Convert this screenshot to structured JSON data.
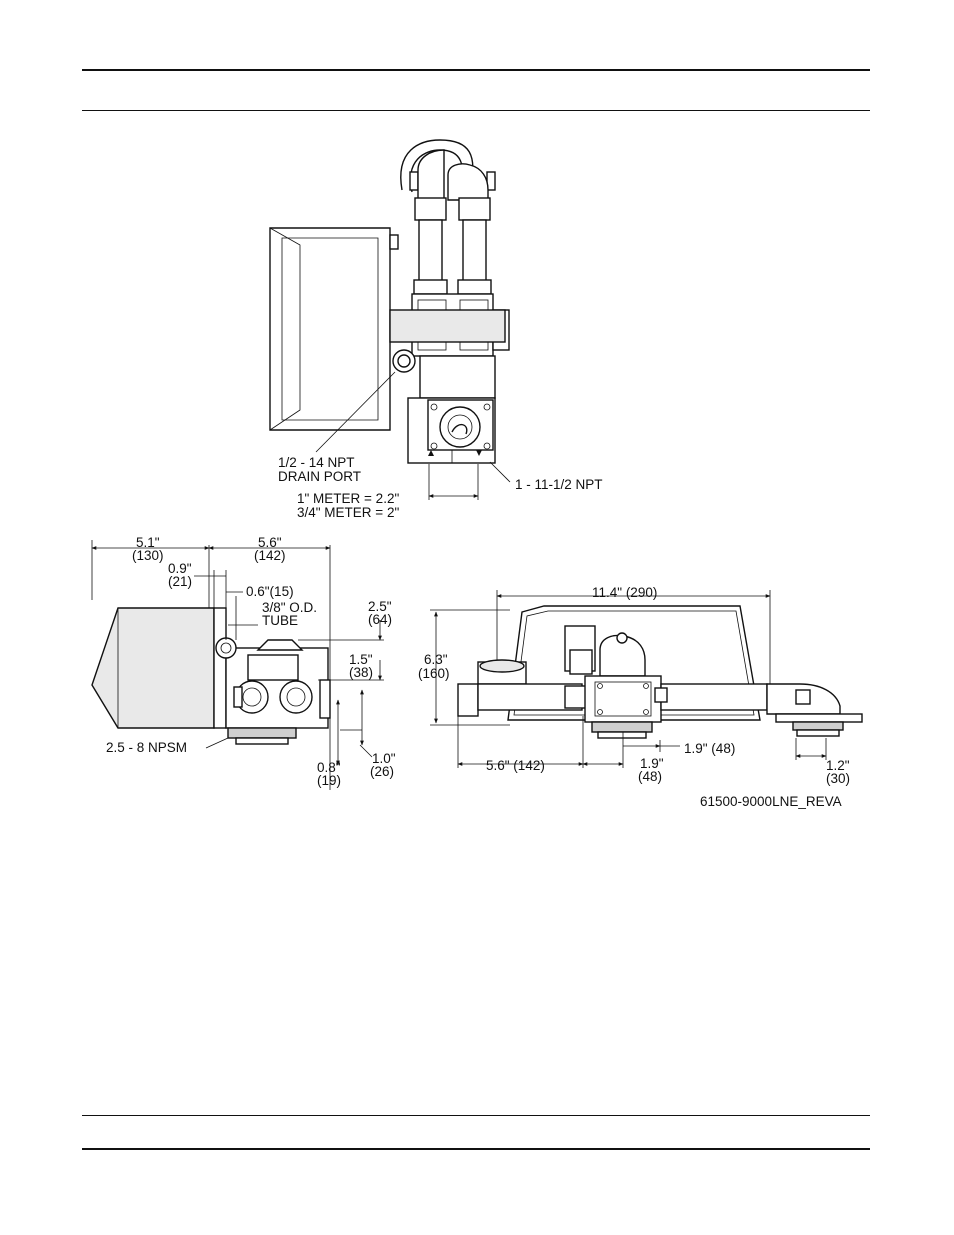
{
  "top_view": {
    "drain_port": [
      "1/2 - 14 NPT",
      "DRAIN PORT"
    ],
    "inlet_outlet": "1 - 11-1/2 NPT",
    "meter_offsets": [
      "1\" METER = 2.2\"",
      "3/4\" METER = 2\""
    ]
  },
  "side_view": {
    "width_left": [
      "5.1\"",
      "(130)"
    ],
    "width_right": [
      "5.6\"",
      "(142)"
    ],
    "offset_09": [
      "0.9\"",
      "(21)"
    ],
    "offset_06": "0.6\"(15)",
    "tube": [
      "3/8\" O.D.",
      "TUBE"
    ],
    "height_25": [
      "2.5\"",
      "(64)"
    ],
    "height_15": [
      "1.5\"",
      "(38)"
    ],
    "thread": "2.5 - 8 NPSM",
    "dim_10": [
      "1.0\"",
      "(26)"
    ],
    "dim_08": [
      "0.8\"",
      "(19)"
    ]
  },
  "front_view": {
    "overall_width": "11.4\" (290)",
    "overall_height": [
      "6.3\"",
      "(160)"
    ],
    "left_offset": "5.6\" (142)",
    "center_19_a": [
      "1.9\"",
      "(48)"
    ],
    "center_19_b": "1.9\" (48)",
    "bypass_12": [
      "1.2\"",
      "(30)"
    ]
  },
  "drawing_id": "61500-9000LNE_REVA"
}
